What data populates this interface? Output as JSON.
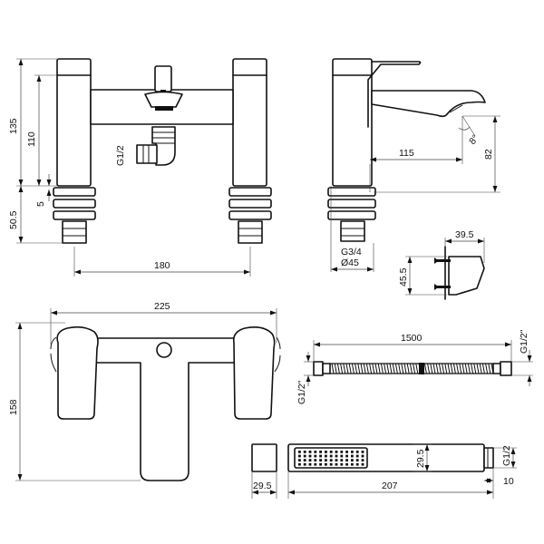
{
  "dimensions": {
    "front_height_total": "135",
    "front_height_body": "110",
    "front_gap": "5",
    "front_base": "50.5",
    "outlet_thread": "G1/2",
    "center_spacing": "180",
    "spout_reach": "115",
    "spout_height": "82",
    "spout_angle": "8°",
    "side_thread": "G3/4",
    "side_diameter": "Ø45",
    "wall_depth": "39.5",
    "wall_height": "45.5",
    "top_width": "225",
    "top_depth": "158",
    "hose_length": "1500",
    "hose_thread_right": "G1/2\"",
    "hose_thread_left": "G1/2\"",
    "holder_width": "29.5",
    "handset_height": "29.5",
    "handset_length": "207",
    "handset_thread": "G1/2",
    "handset_end": "10"
  }
}
